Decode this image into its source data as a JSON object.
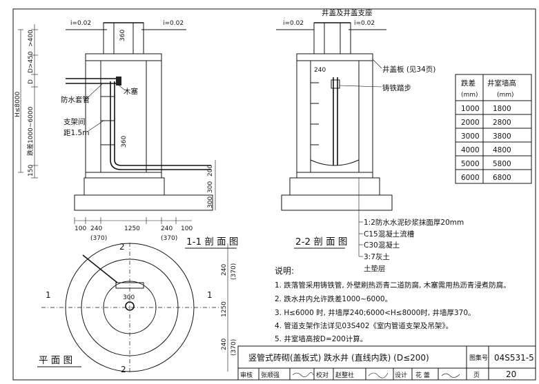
{
  "section_1": {
    "title": "1-1 剖 面 图",
    "slope_left": "i=0.02",
    "slope_right": "i=0.02",
    "dims_vertical": [
      ">400",
      "D>450",
      "D",
      "H≤8000",
      "跌差1000~6000",
      "150"
    ],
    "dim_360_top": "360",
    "dim_360_mid": "360",
    "dims_base": [
      "200",
      "300",
      "300"
    ],
    "dims_bottom": [
      "100",
      "240",
      "1250",
      "240",
      "100"
    ],
    "dims_bottom_alt": [
      "(370)",
      "(370)"
    ],
    "labels": {
      "waterproof_sleeve": "防水套管",
      "wood_plug": "木塞",
      "support_spacing_1": "支架间",
      "support_spacing_2": "距1.5m"
    }
  },
  "section_2": {
    "title": "2-2 剖 面 图",
    "slope_left": "i=0.02",
    "slope_right": "i=0.02",
    "cover_label": "井盖及井盖支座",
    "dim_240": "240",
    "labels": {
      "cover_slab": "井盖板 (见34页)",
      "iron_step": "铸铁踏步"
    }
  },
  "layers": [
    "1:2防水水泥砂浆抹面厚20mm",
    "C15混凝土流槽",
    "C30混凝土",
    "3:7灰土",
    "土垫层"
  ],
  "plan": {
    "title": "平 面 图",
    "cut_1": "1",
    "cut_2": "2",
    "dim_300": "300",
    "dims_right": [
      "240",
      "(370)",
      "1250",
      "240",
      "(370)"
    ]
  },
  "table": {
    "headers": [
      [
        "跌差",
        "(mm)"
      ],
      [
        "井室墙高",
        "(mm)"
      ]
    ],
    "rows": [
      [
        "1000",
        "1800"
      ],
      [
        "2000",
        "2800"
      ],
      [
        "3000",
        "3800"
      ],
      [
        "4000",
        "4800"
      ],
      [
        "5000",
        "5800"
      ],
      [
        "6000",
        "6800"
      ]
    ]
  },
  "notes": {
    "heading": "说明:",
    "items": [
      "1. 跌落管采用铸铁管, 外壁刷热沥青二道防腐, 木塞需用热沥青浸煮防腐。",
      "2. 跌水井内允许跌差1000~6000。",
      "3. H≤6000 时, 井墙厚240;6000<H≤8000时, 井墙厚370。",
      "4. 管道支架作法详见03S402《室内管道支架及吊架》。",
      "5. 井室墙高按D=200计算。"
    ]
  },
  "title_block": {
    "title": "竖管式砖砌(盖板式) 跌水井 (直线内跌) (D≤200)",
    "atlas_label": "图集号",
    "atlas_no": "04S531-5",
    "review_label": "审核",
    "reviewer": "张顺强",
    "check_label": "校对",
    "checker": "赵整社",
    "design_label": "设计",
    "designer": "花 蕾",
    "page_label": "页",
    "page_no": "20"
  }
}
